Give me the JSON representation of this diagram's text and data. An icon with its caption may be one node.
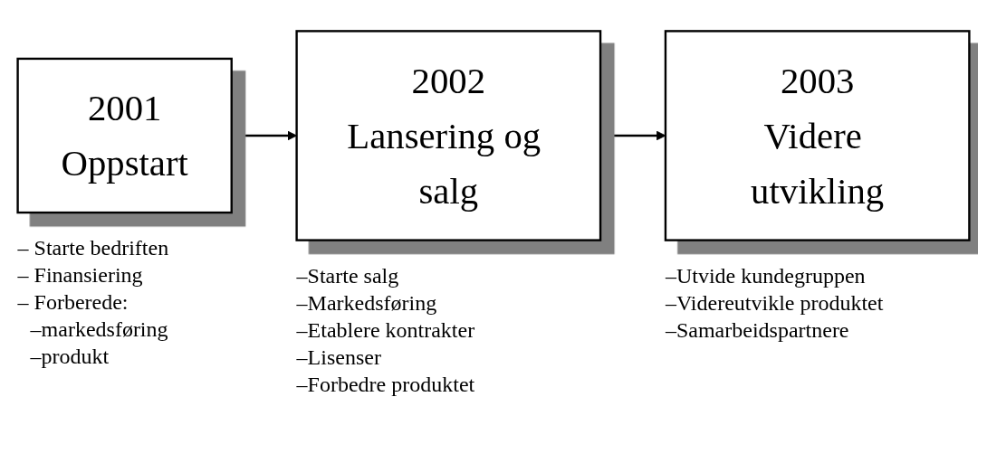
{
  "diagram": {
    "nodes": [
      {
        "text": [
          "2001",
          "Oppstart"
        ],
        "beside": [
          "– Starte bedriften",
          "– Finansiering",
          "– Forberede:",
          "–markedsføring",
          "–produkt"
        ]
      },
      {
        "text": [
          "2002",
          "Lansering og salg"
        ],
        "beside": [
          "–Starte salg",
          "–Markedsføring",
          "–Etablere kontrakter",
          "–Lisenser",
          "–Forbedre produktet"
        ]
      },
      {
        "text": [
          "2003",
          "Videre utvikling"
        ],
        "beside": [
          "–Utvide kundegruppen",
          "–Videreutvikle produktet",
          "–Samarbeidspartnere"
        ]
      }
    ],
    "edges": [
      {
        "from": 0,
        "to": 1,
        "arrow": "to"
      },
      {
        "from": 1,
        "to": 2,
        "arrow": "to"
      }
    ]
  }
}
